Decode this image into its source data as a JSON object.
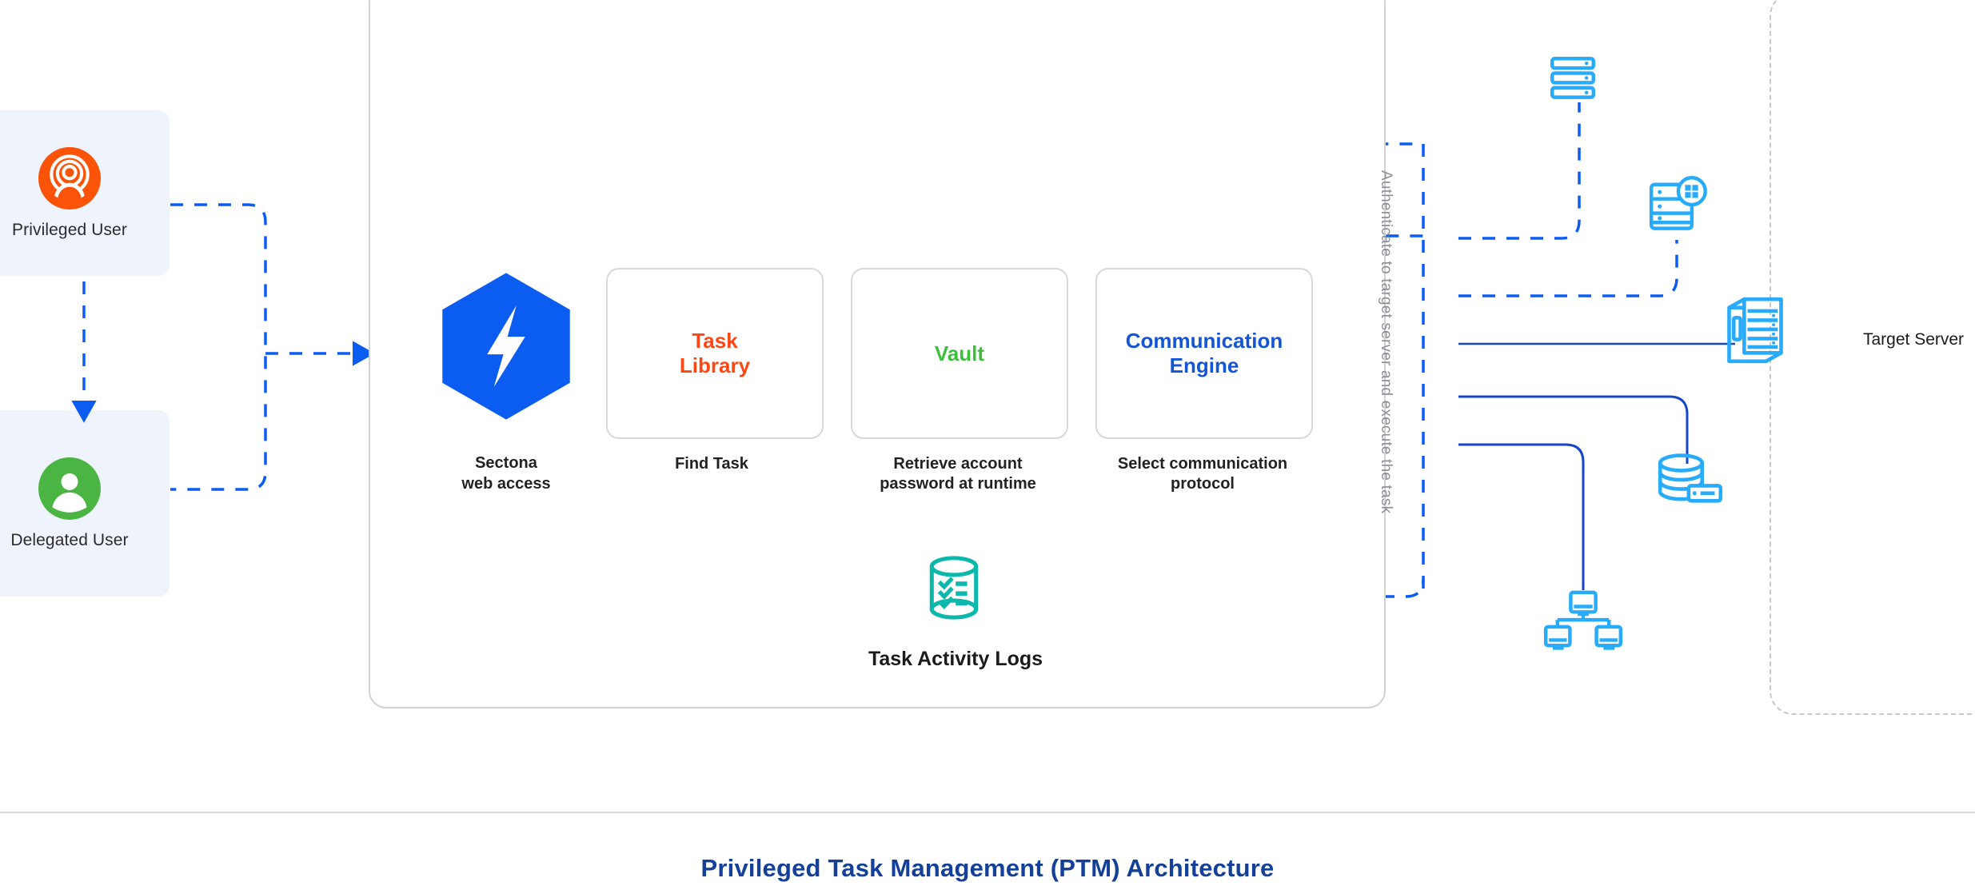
{
  "diagram": {
    "footer_title": "Privileged Task Management (PTM) Architecture",
    "accent_blue": "#0b5cf0",
    "panel_border": "#d2d2d2",
    "icon_blue": "#29abfb"
  },
  "actors": [
    {
      "id": "privileged-user",
      "label": "Privileged User",
      "icon": "privileged-user-icon",
      "color": "#fb5308"
    },
    {
      "id": "delegated-user",
      "label": "Delegated User",
      "icon": "delegated-user-icon",
      "color": "#4bb543"
    }
  ],
  "sectona": {
    "icon": "sectona-hex-logo",
    "caption_line1": "Sectona",
    "caption_line2": "web access",
    "color": "#0b5cf0"
  },
  "steps": [
    {
      "id": "task-library",
      "title_line1": "Task",
      "title_line2": "Library",
      "color": "#ff4713",
      "caption_line1": "Find Task",
      "caption_line2": ""
    },
    {
      "id": "vault",
      "title_line1": "Vault",
      "title_line2": "",
      "color": "#3cbf3c",
      "caption_line1": "Retrieve account",
      "caption_line2": "password at runtime"
    },
    {
      "id": "communication-engine",
      "title_line1": "Communication",
      "title_line2": "Engine",
      "color": "#1355d6",
      "caption_line1": "Select communication",
      "caption_line2": "protocol"
    }
  ],
  "logs": {
    "label": "Task Activity Logs",
    "icon": "task-activity-logs-database-icon",
    "color": "#0cb8ab"
  },
  "authentication": {
    "vertical_label": "Authenticate to target server and execute the task",
    "color": "#8b8f96"
  },
  "target": {
    "label": "Target Server",
    "servers": [
      {
        "id": "rack-server",
        "icon": "rack-server-icon"
      },
      {
        "id": "windows-server",
        "icon": "windows-server-icon"
      },
      {
        "id": "tower-server",
        "icon": "tower-server-icon"
      },
      {
        "id": "database-server",
        "icon": "database-server-icon"
      },
      {
        "id": "network-hosts",
        "icon": "network-computers-icon"
      }
    ]
  }
}
